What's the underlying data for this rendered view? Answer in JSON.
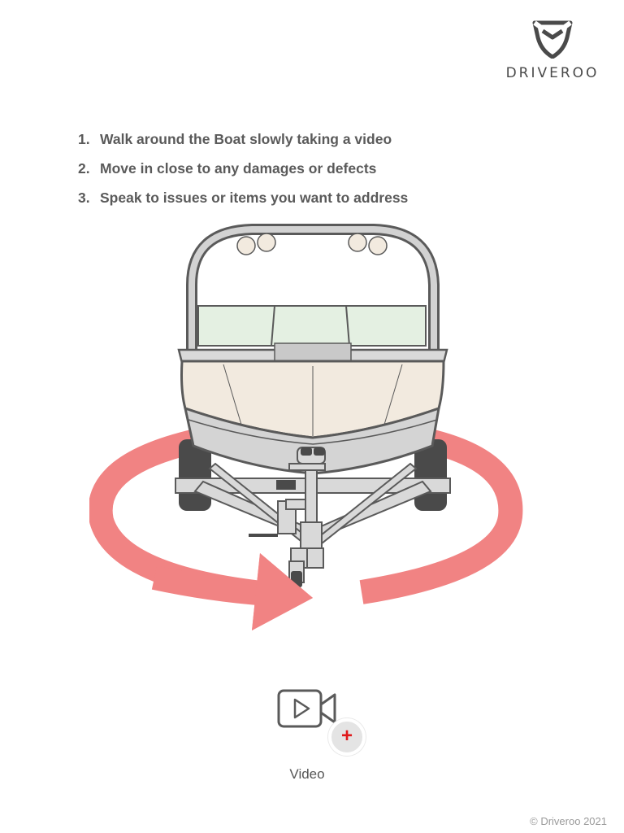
{
  "brand": {
    "name": "DRIVEROO",
    "logo_icon": "shield-chevron-icon",
    "mark_color": "#4a4a4a"
  },
  "instructions": {
    "steps": [
      {
        "number": "1.",
        "text": "Walk around the Boat slowly taking a video"
      },
      {
        "number": "2.",
        "text": "Move in close to any damages or defects"
      },
      {
        "number": "3.",
        "text": "Speak to issues or items you want to address"
      }
    ]
  },
  "illustration": {
    "subject_icon": "boat-on-trailer-icon",
    "direction_icon": "walk-around-arrow-icon",
    "arrow_color": "#f18383",
    "hull_color": "#f2eadf",
    "windshield_color": "#e4f0e2"
  },
  "video_control": {
    "label": "Video",
    "icon": "video-camera-icon",
    "badge_icon": "plus-icon",
    "badge_symbol": "+",
    "badge_color": "#e0191b"
  },
  "footer": {
    "copyright": "© Driveroo 2021"
  }
}
